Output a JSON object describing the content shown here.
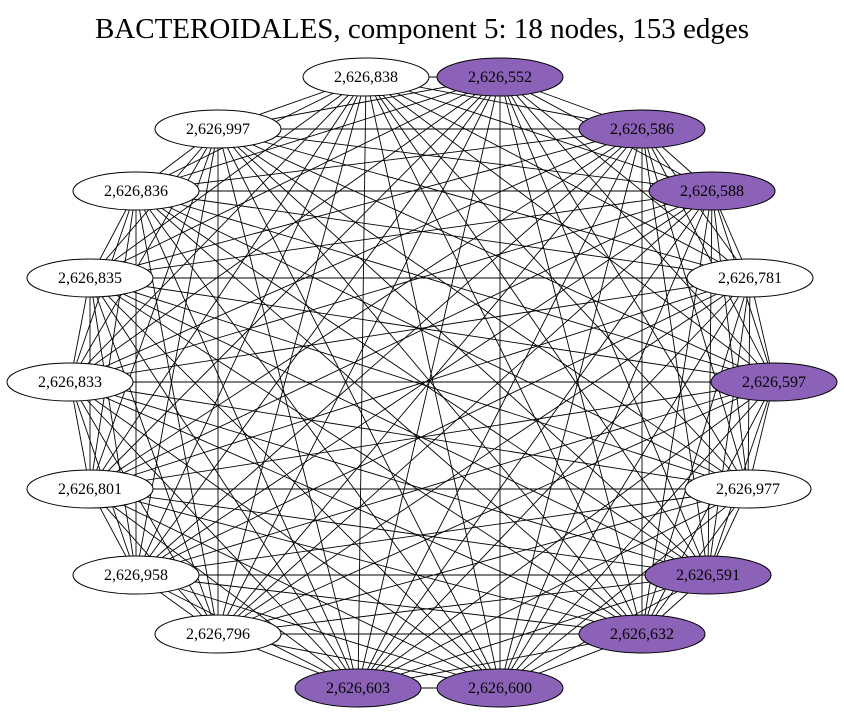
{
  "title": "BACTEROIDALES, component 5: 18 nodes, 153 edges",
  "colors": {
    "highlight_fill": "#8c62b8",
    "default_fill": "#ffffff",
    "edge": "#000000",
    "outline": "#000000"
  },
  "nodes": [
    {
      "label": "2,626,838",
      "highlighted": false
    },
    {
      "label": "2,626,552",
      "highlighted": true
    },
    {
      "label": "2,626,586",
      "highlighted": true
    },
    {
      "label": "2,626,588",
      "highlighted": true
    },
    {
      "label": "2,626,781",
      "highlighted": false
    },
    {
      "label": "2,626,597",
      "highlighted": true
    },
    {
      "label": "2,626,977",
      "highlighted": false
    },
    {
      "label": "2,626,591",
      "highlighted": true
    },
    {
      "label": "2,626,632",
      "highlighted": true
    },
    {
      "label": "2,626,600",
      "highlighted": true
    },
    {
      "label": "2,626,603",
      "highlighted": true
    },
    {
      "label": "2,626,796",
      "highlighted": false
    },
    {
      "label": "2,626,958",
      "highlighted": false
    },
    {
      "label": "2,626,801",
      "highlighted": false
    },
    {
      "label": "2,626,833",
      "highlighted": false
    },
    {
      "label": "2,626,835",
      "highlighted": false
    },
    {
      "label": "2,626,836",
      "highlighted": false
    },
    {
      "label": "2,626,997",
      "highlighted": false
    }
  ],
  "edges": "complete"
}
